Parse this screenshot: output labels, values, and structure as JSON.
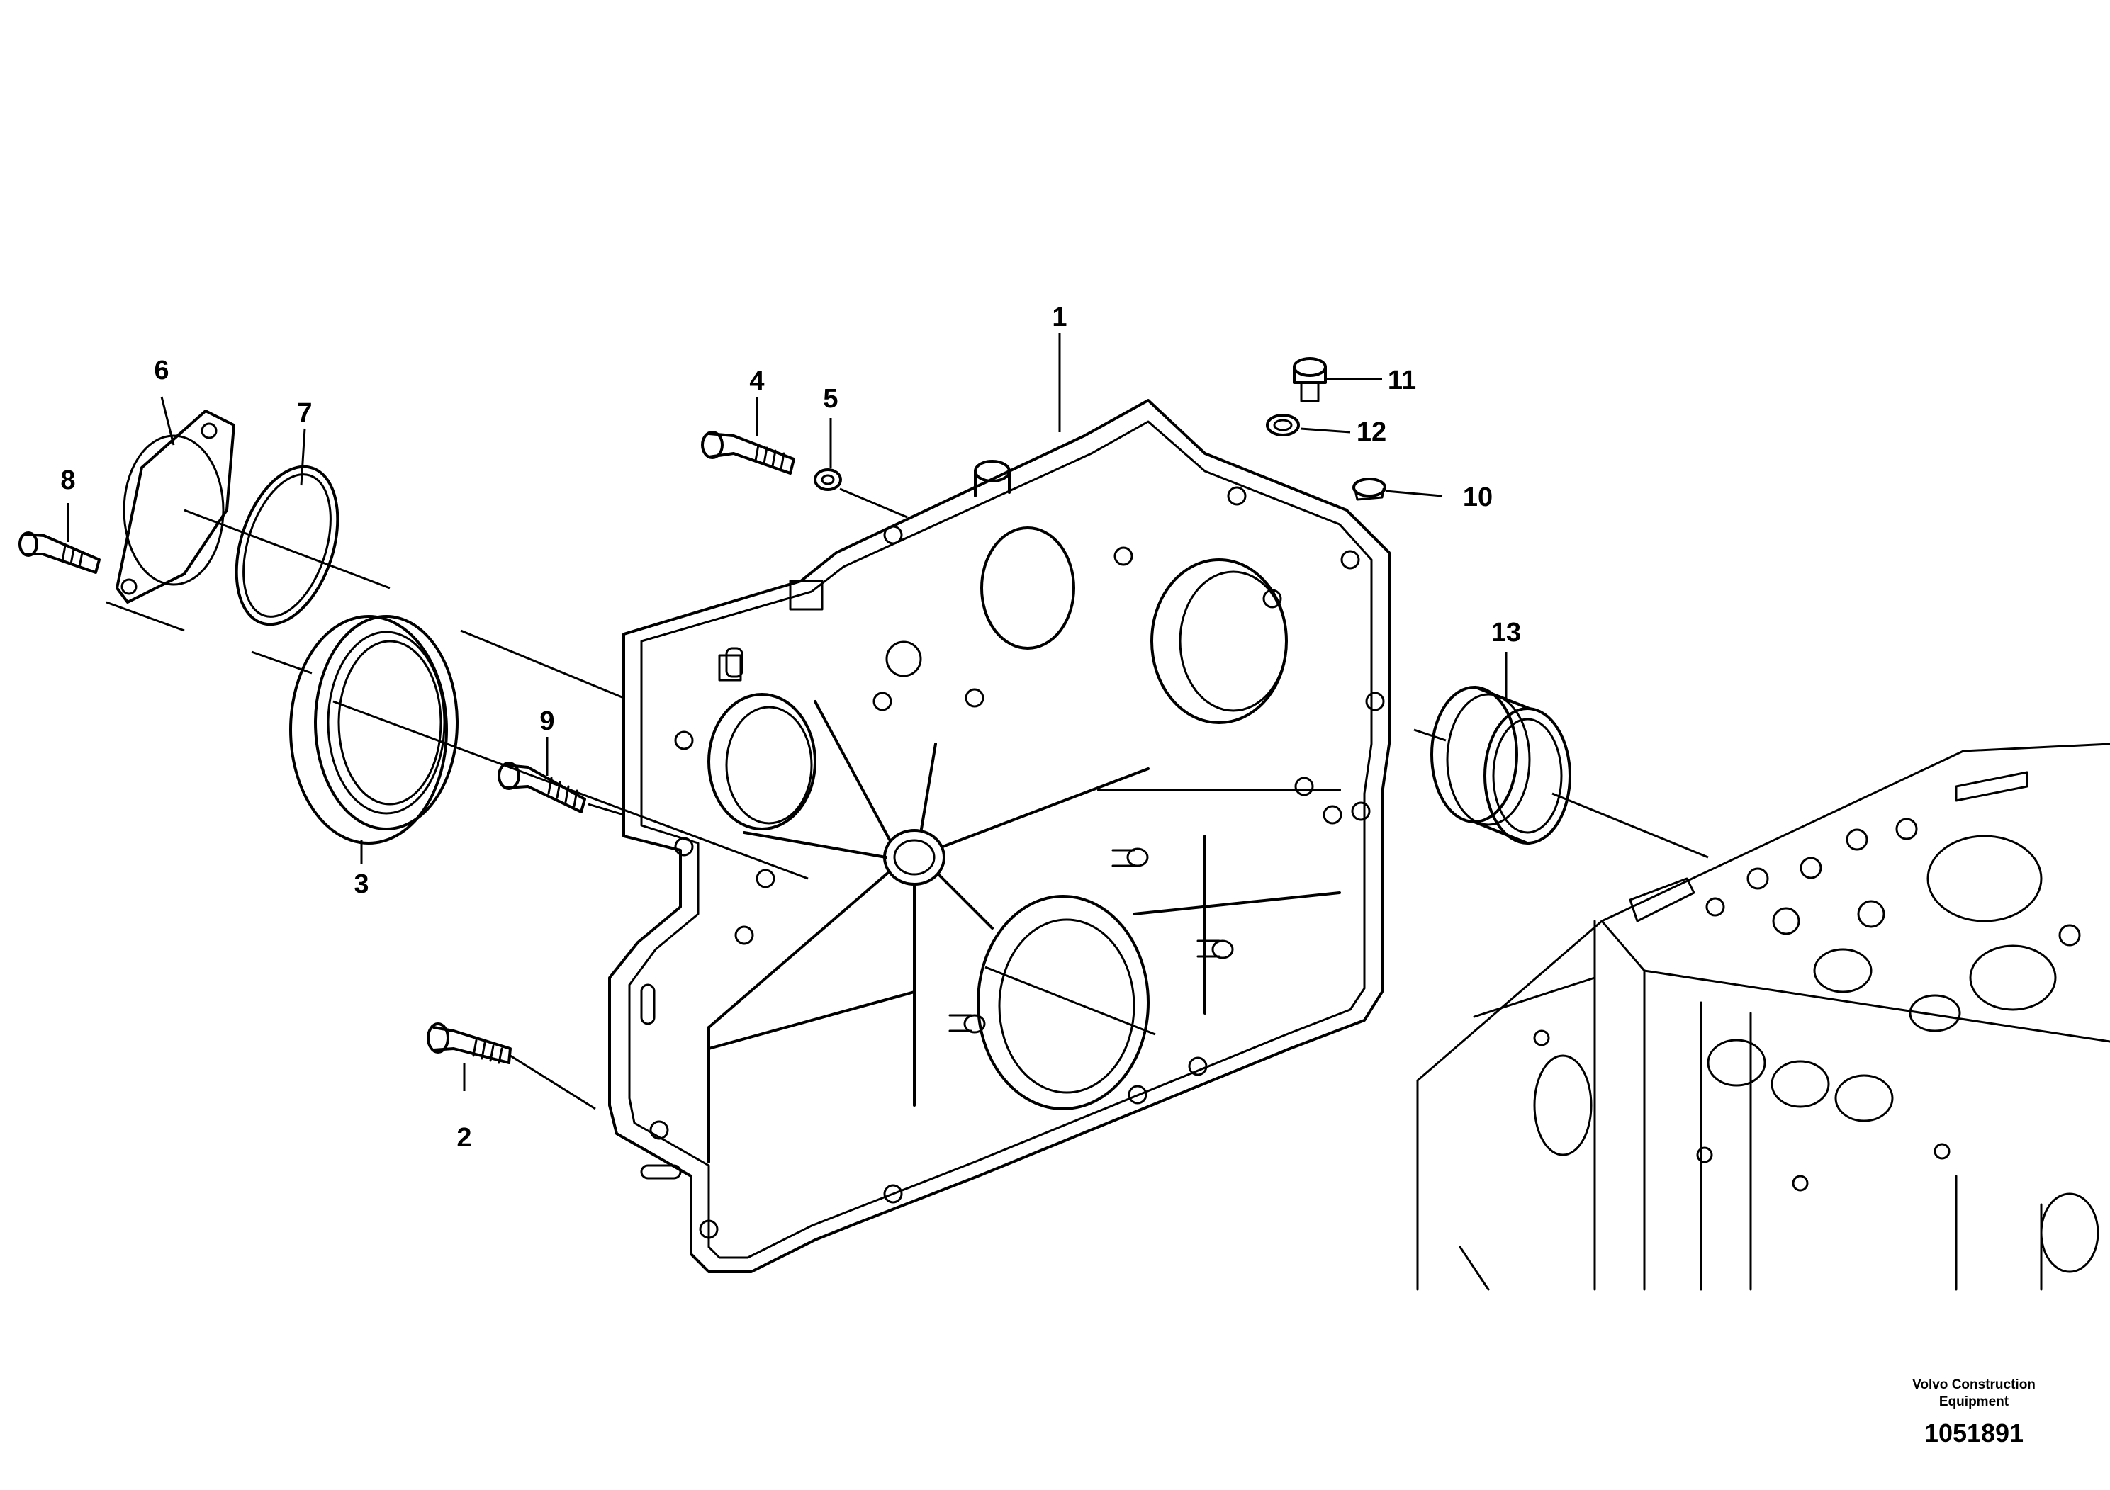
{
  "callouts": [
    {
      "number": "1"
    },
    {
      "number": "2"
    },
    {
      "number": "3"
    },
    {
      "number": "4"
    },
    {
      "number": "5"
    },
    {
      "number": "6"
    },
    {
      "number": "7"
    },
    {
      "number": "8"
    },
    {
      "number": "9"
    },
    {
      "number": "10"
    },
    {
      "number": "11"
    },
    {
      "number": "12"
    },
    {
      "number": "13"
    }
  ],
  "credit": {
    "line1": "Volvo Construction",
    "line2": "Equipment",
    "drawing_number": "1051891"
  }
}
